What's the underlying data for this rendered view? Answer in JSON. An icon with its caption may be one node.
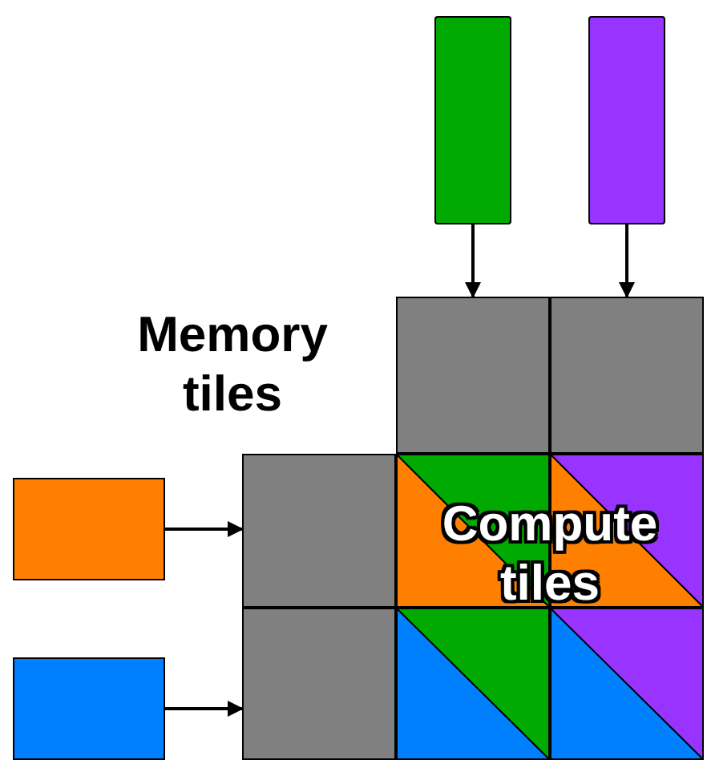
{
  "diagram": {
    "nodes": [
      {
        "text": [],
        "shape": "bar"
      },
      {
        "text": [],
        "shape": "bar"
      },
      {
        "text": [],
        "shape": "box"
      },
      {
        "text": [],
        "shape": "box"
      },
      {
        "text": [],
        "shape": "box"
      },
      {
        "text": [],
        "shape": "box"
      },
      {
        "text": [],
        "shape": "box"
      },
      {
        "text": [],
        "shape": "box"
      },
      {
        "text": [],
        "shape": "box"
      },
      {
        "text": [],
        "shape": "box"
      },
      {
        "text": [],
        "shape": "box"
      },
      {
        "text": [],
        "shape": "box"
      }
    ],
    "edges": [
      {
        "from": 0,
        "to": 2,
        "arrow": "to"
      },
      {
        "from": 1,
        "to": 3,
        "arrow": "to"
      },
      {
        "from": 4,
        "to": 5,
        "arrow": "to"
      },
      {
        "from": 10,
        "to": 11,
        "arrow": "to"
      }
    ],
    "labels": [
      "Memory tiles",
      "Compute tiles"
    ]
  }
}
